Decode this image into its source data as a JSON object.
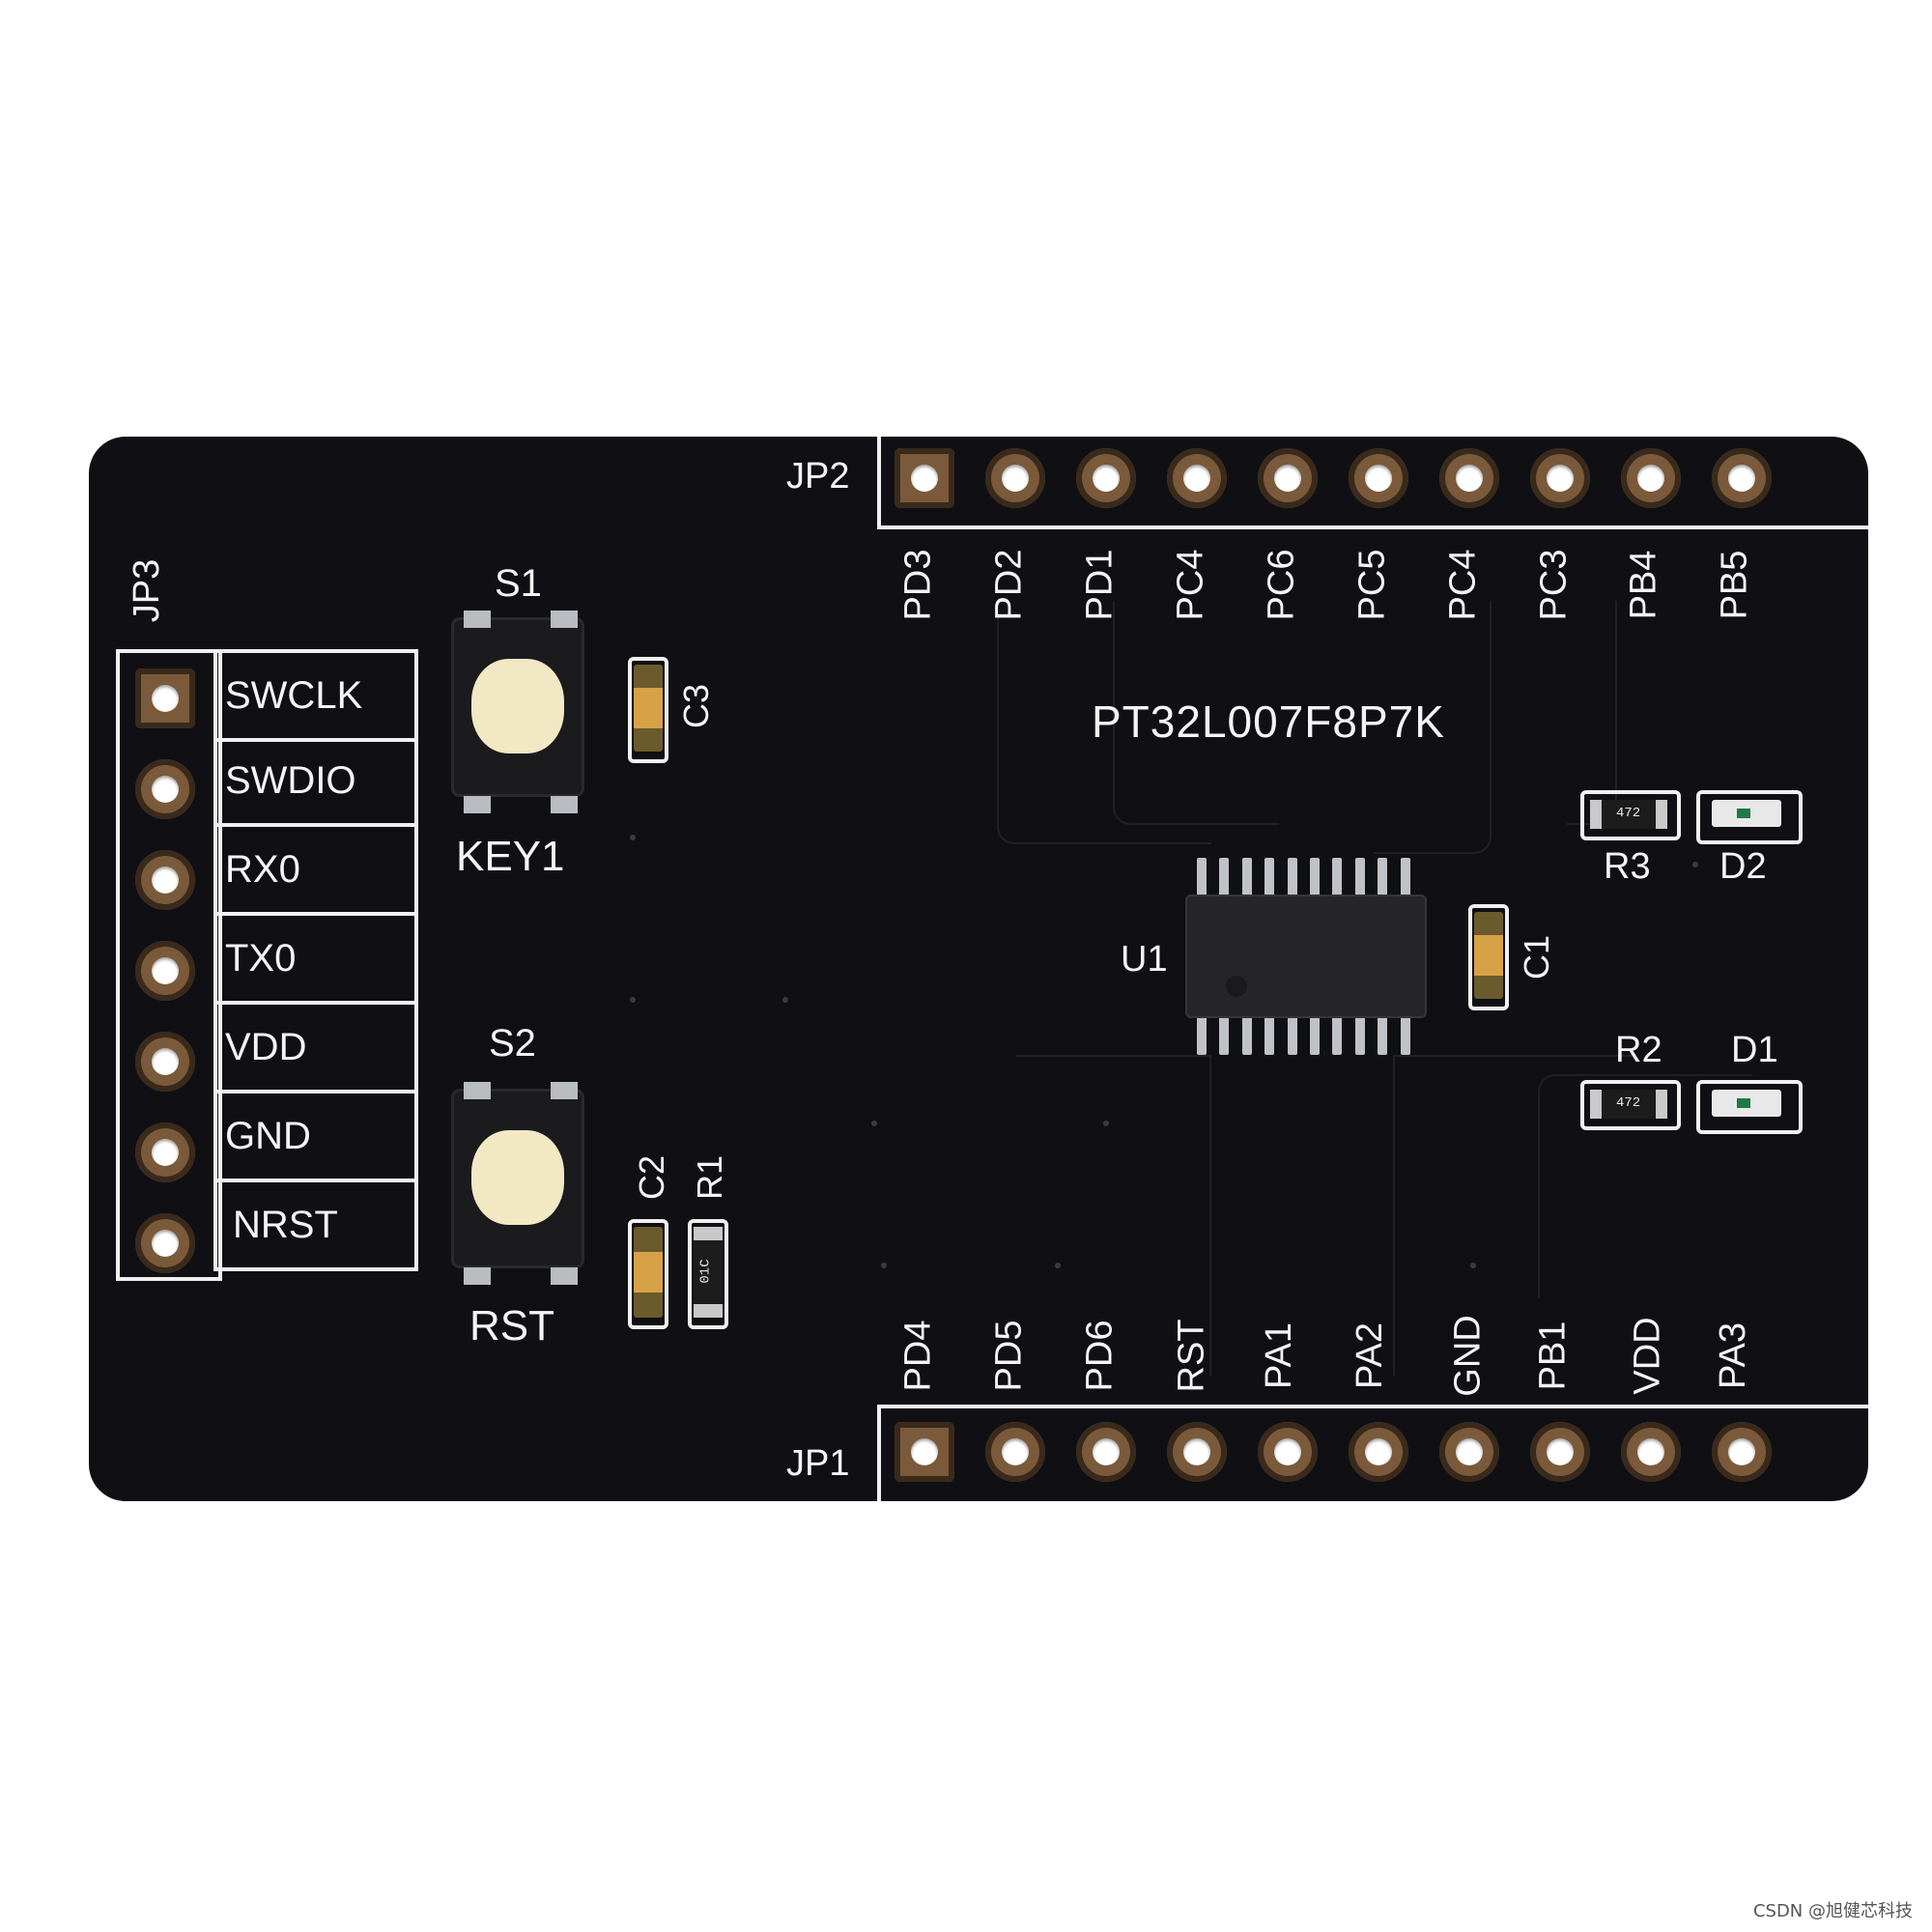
{
  "board": {
    "mcu_label": "PT32L007F8P7K",
    "chip_ref": "U1",
    "jp1": {
      "ref": "JP1",
      "pins": [
        "PD4",
        "PD5",
        "PD6",
        "RST",
        "PA1",
        "PA2",
        "GND",
        "PB1",
        "VDD",
        "PA3"
      ]
    },
    "jp2": {
      "ref": "JP2",
      "pins": [
        "PD3",
        "PD2",
        "PD1",
        "PC4",
        "PC6",
        "PC5",
        "PC4",
        "PC3",
        "PB4",
        "PB5"
      ]
    },
    "jp3": {
      "ref": "JP3",
      "pins": [
        "SWCLK",
        "SWDIO",
        "RX0",
        "TX0",
        "VDD",
        "GND",
        "NRST"
      ]
    },
    "s1": {
      "ref": "S1",
      "name": "KEY1"
    },
    "s2": {
      "ref": "S2",
      "name": "RST"
    },
    "c1": "C1",
    "c2": "C2",
    "c3": "C3",
    "r1": "R1",
    "r1_code": "01C",
    "r2": "R2",
    "r2_code": "472",
    "r3": "R3",
    "r3_code": "472",
    "d1": "D1",
    "d2": "D2"
  },
  "watermark": "CSDN @旭健芯科技",
  "colors": {
    "board": "#101014",
    "silkscreen": "#f4f4f4",
    "pad_copper": "#7a5a3a",
    "button_cap": "#f3e8c4"
  }
}
